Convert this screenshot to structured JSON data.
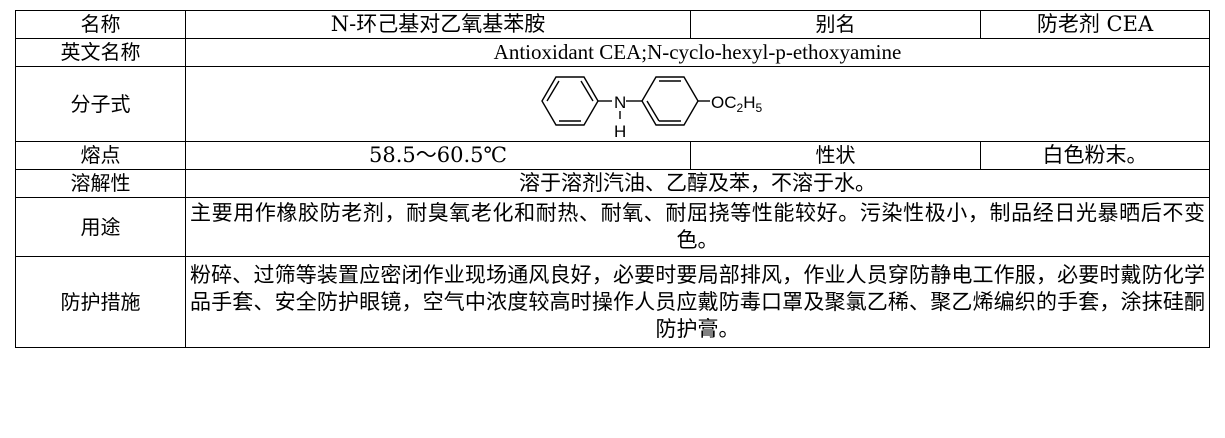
{
  "table": {
    "name_label": "名称",
    "name_value": "N-环己基对乙氧基苯胺",
    "alias_label": "别名",
    "alias_value": "防老剂 CEA",
    "english_label": "英文名称",
    "english_value": "Antioxidant CEA;N-cyclo-hexyl-p-ethoxyamine",
    "formula_label": "分子式",
    "formula": {
      "n_atom": "N",
      "h_atom": "H",
      "substituent_prefix": "OC",
      "sub_c": "2",
      "h_part": "H",
      "sub_h": "5"
    },
    "melting_label": "熔点",
    "melting_value": "58.5～60.5℃",
    "appearance_label": "性状",
    "appearance_value": "白色粉末。",
    "solubility_label": "溶解性",
    "solubility_value": "溶于溶剂汽油、乙醇及苯，不溶于水。",
    "usage_label": "用途",
    "usage_value": "主要用作橡胶防老剂，耐臭氧老化和耐热、耐氧、耐屈挠等性能较好。污染性极小，制品经日光暴晒后不变色。",
    "protection_label": "防护措施",
    "protection_value": "粉碎、过筛等装置应密闭作业现场通风良好，必要时要局部排风，作业人员穿防静电工作服，必要时戴防化学品手套、安全防护眼镜，空气中浓度较高时操作人员应戴防毒口罩及聚氯乙稀、聚乙烯编织的手套，涂抹硅酮防护膏。"
  }
}
